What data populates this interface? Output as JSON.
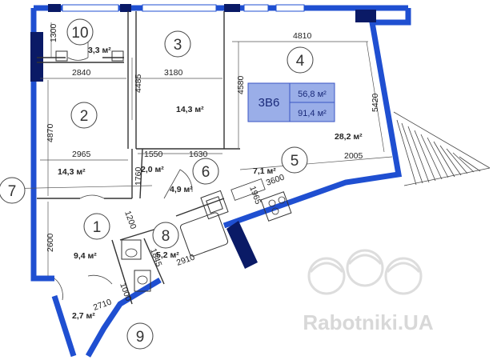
{
  "summary": {
    "code": "3В6",
    "living_area": "56,8 м²",
    "total_area": "91,4 м²"
  },
  "rooms": [
    {
      "id": "1",
      "area": "9,4 м²"
    },
    {
      "id": "2",
      "area": "14,3 м²"
    },
    {
      "id": "3",
      "area": "14,3 м²"
    },
    {
      "id": "4",
      "area": "28,2 м²"
    },
    {
      "id": "5",
      "area": "7,1 м²"
    },
    {
      "id": "6",
      "area": "4,9 м²"
    },
    {
      "id": "7",
      "area": "2,0 м²"
    },
    {
      "id": "8",
      "area": "5,2 м²"
    },
    {
      "id": "9",
      "area": "2,7 м²"
    },
    {
      "id": "10",
      "area": "3,3 м²"
    }
  ],
  "dimensions": {
    "d1300": "1300",
    "d2840": "2840",
    "d3180": "3180",
    "d4485": "4485",
    "d4810": "4810",
    "d4580": "4580",
    "d5420": "5420",
    "d4870": "4870",
    "d2965": "2965",
    "d1550": "1550",
    "d1630": "1630",
    "d1760": "1760",
    "d2005": "2005",
    "d3600": "3600",
    "d1965": "1965",
    "d1200": "1200",
    "d2600": "2600",
    "d1845": "1845",
    "d2910": "2910",
    "d2710": "2710",
    "d1000": "1000"
  },
  "watermark": "Rabotniki.UA",
  "colors": {
    "wall": "#1f4fd1",
    "summary_fill": "#9aaee8"
  }
}
